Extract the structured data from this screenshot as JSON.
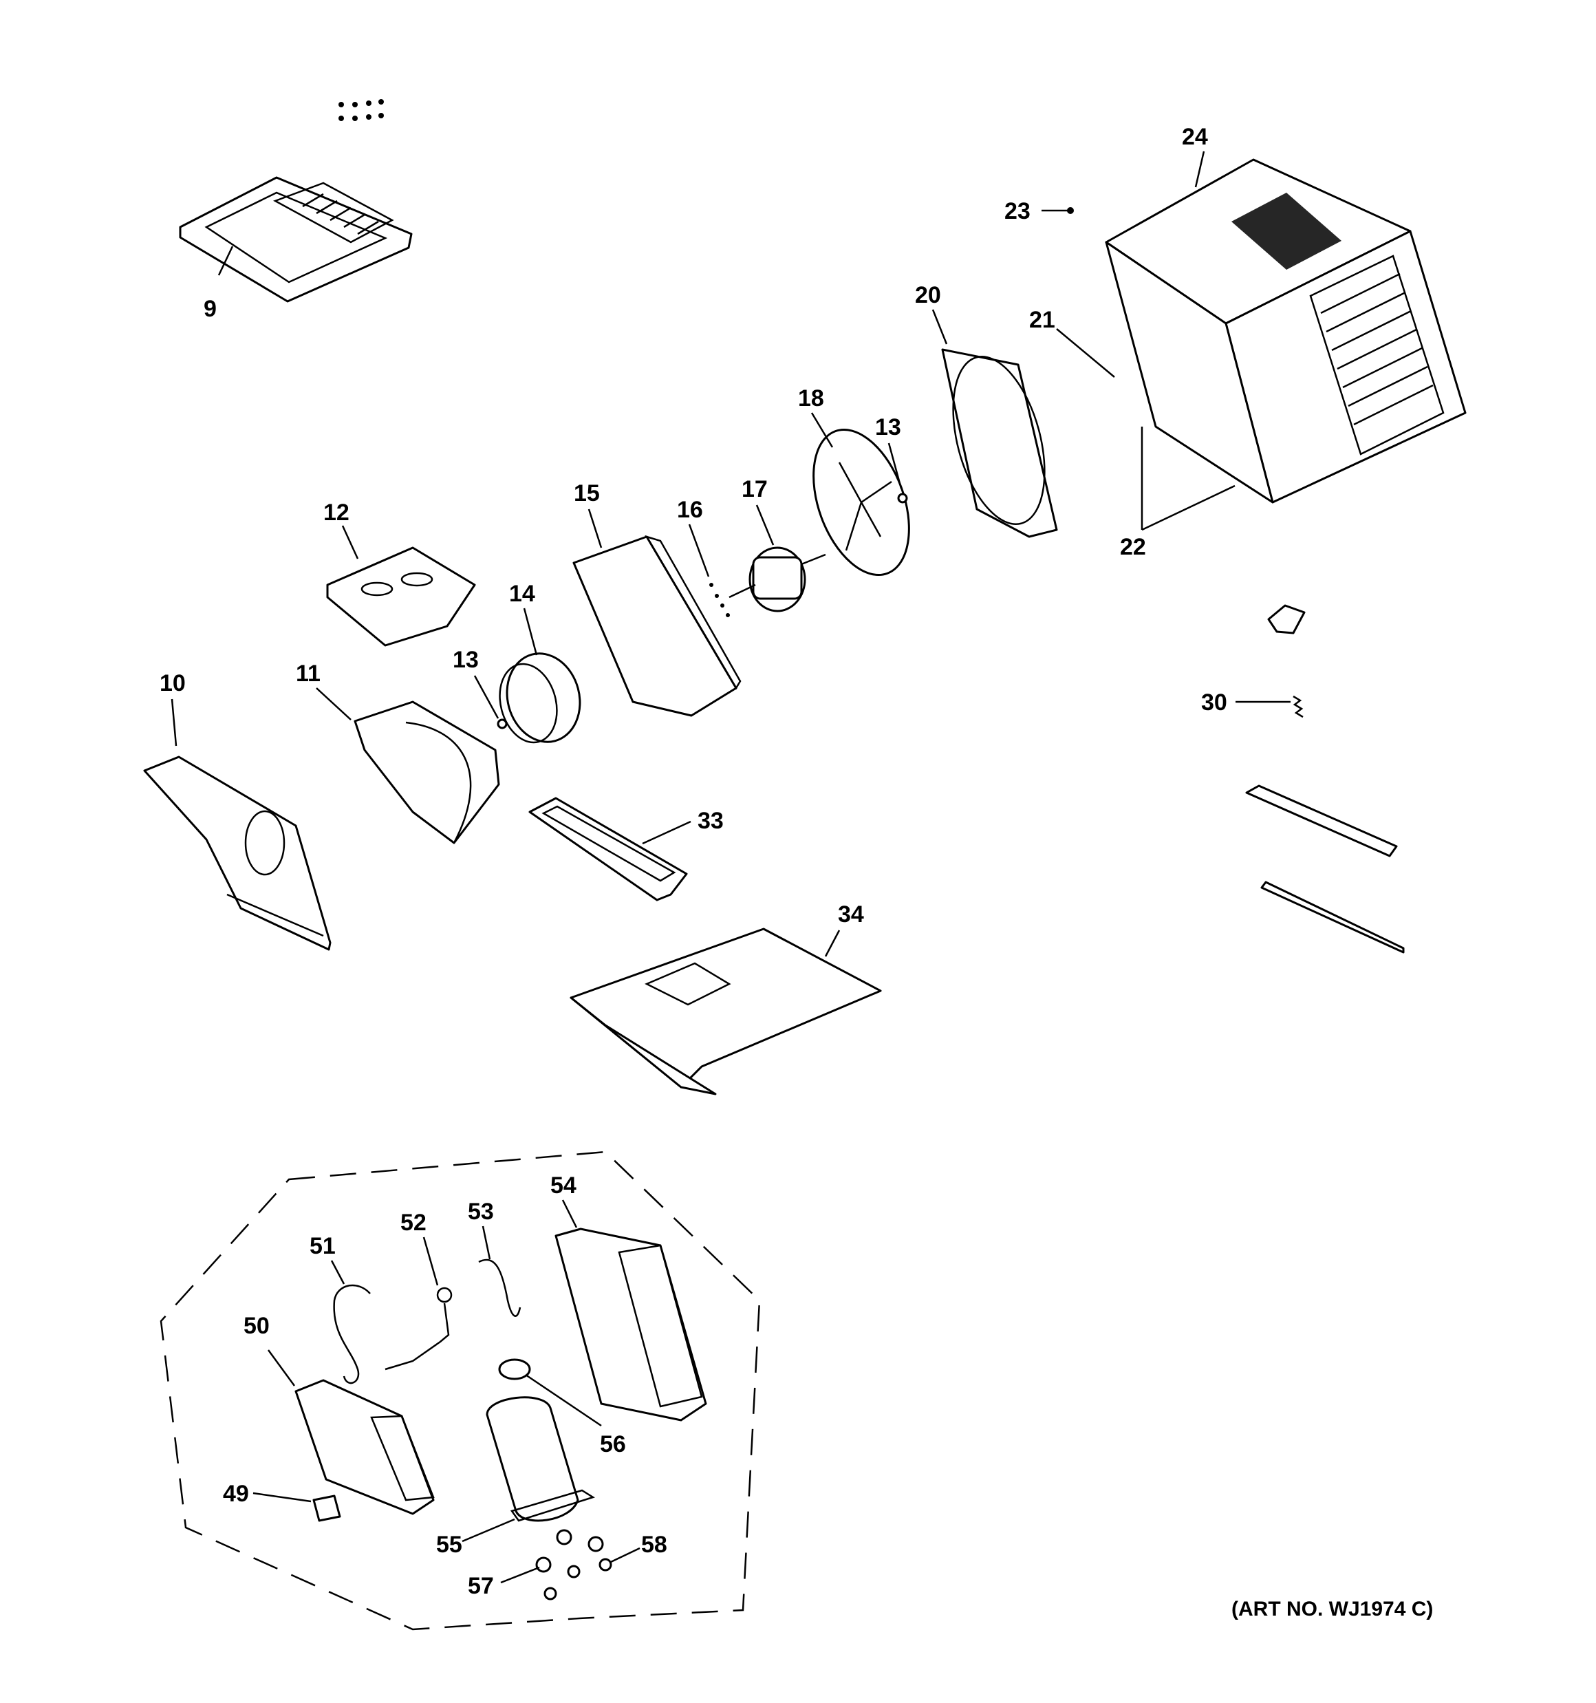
{
  "art_number": "(ART NO. WJ1974 C)",
  "callouts": {
    "p9": "9",
    "p10": "10",
    "p11": "11",
    "p12": "12",
    "p13a": "13",
    "p13b": "13",
    "p14": "14",
    "p15": "15",
    "p16": "16",
    "p17": "17",
    "p18": "18",
    "p20": "20",
    "p21": "21",
    "p22": "22",
    "p23": "23",
    "p24": "24",
    "p30": "30",
    "p33": "33",
    "p34": "34",
    "p49": "49",
    "p50": "50",
    "p51": "51",
    "p52": "52",
    "p53": "53",
    "p54": "54",
    "p55": "55",
    "p56": "56",
    "p57": "57",
    "p58": "58"
  }
}
